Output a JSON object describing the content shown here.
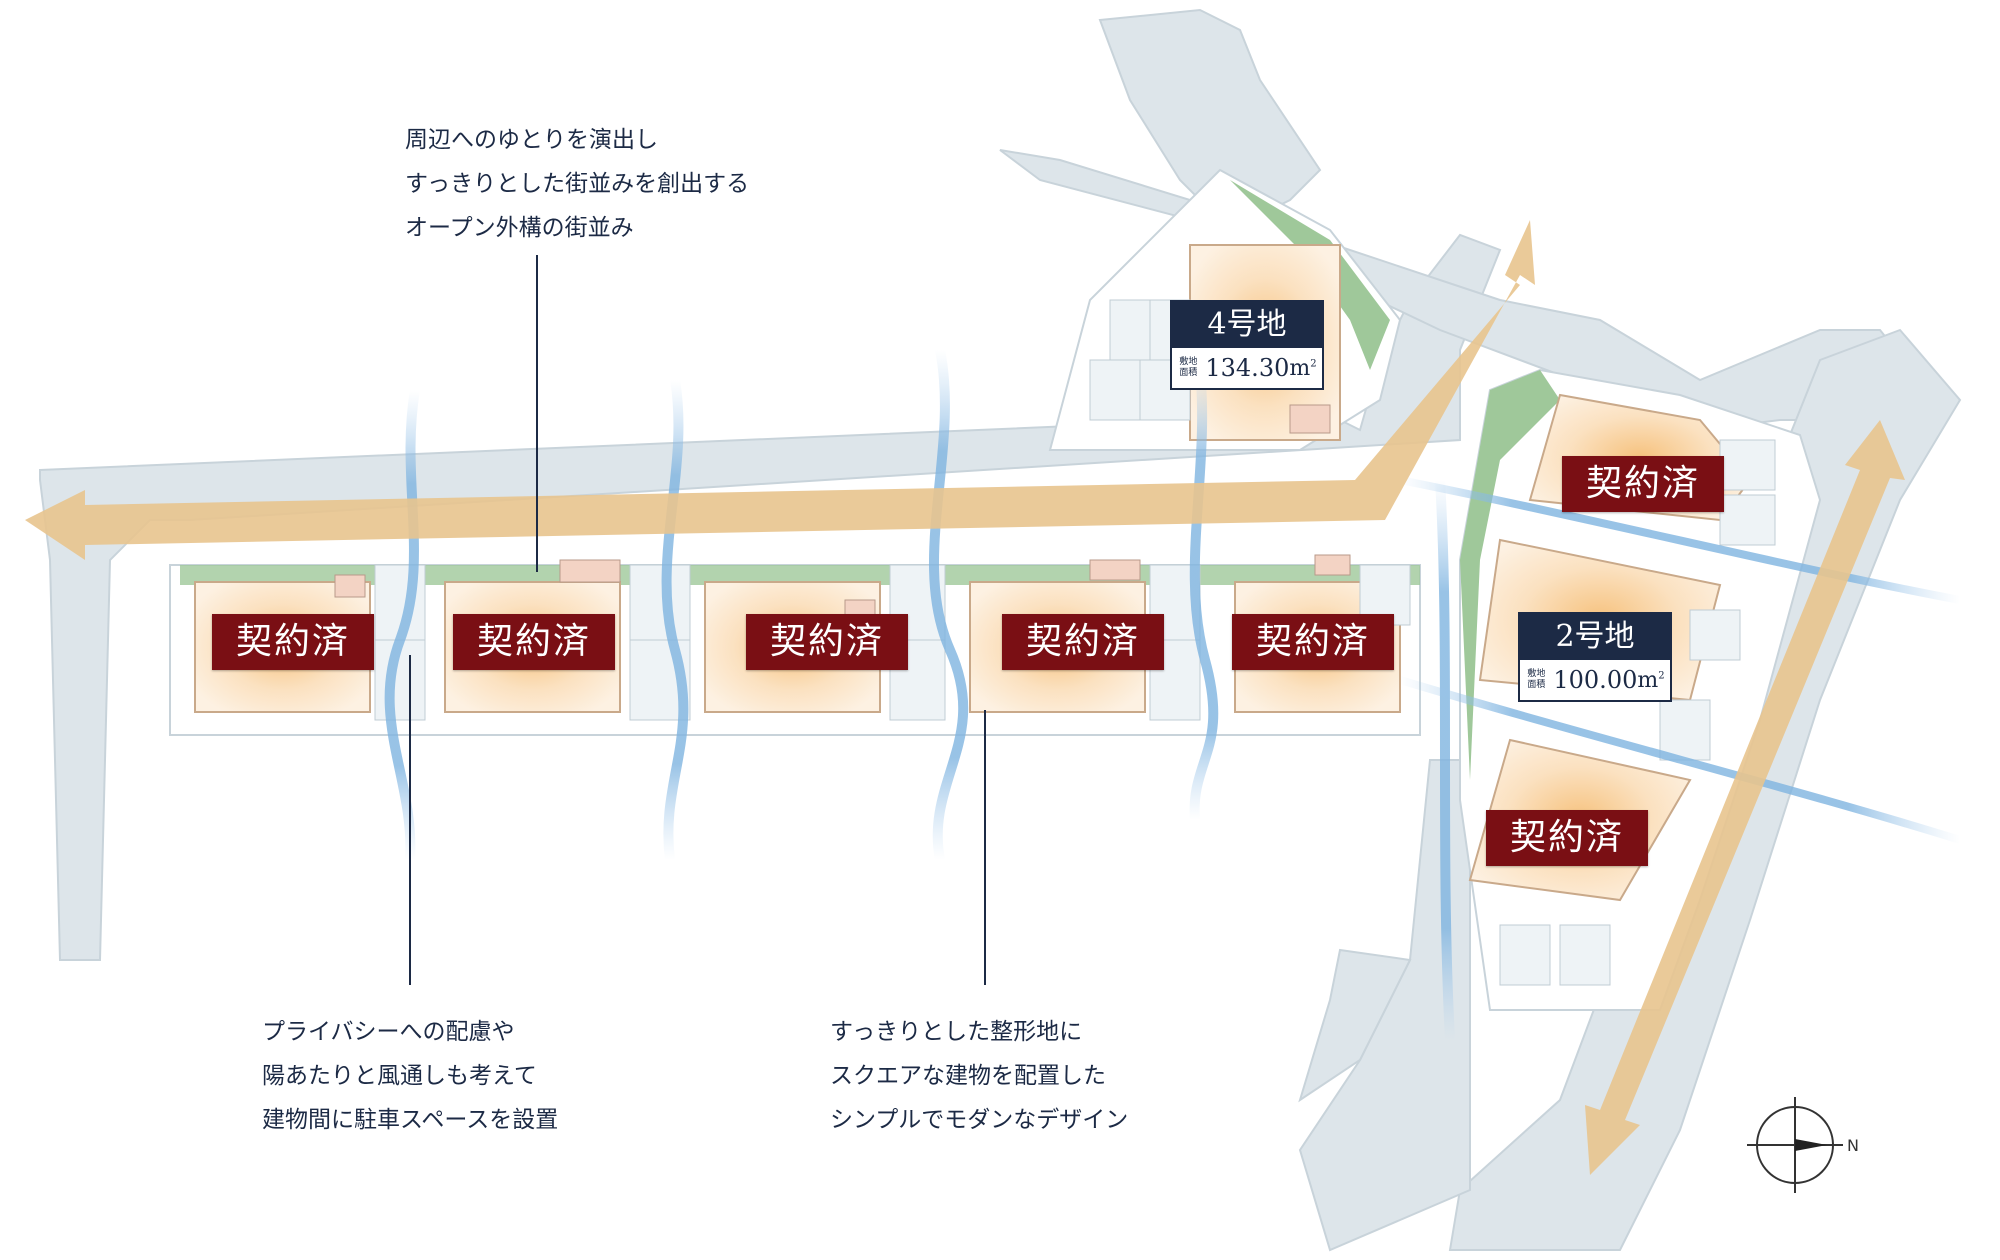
{
  "map": {
    "colors": {
      "road": "#dde5ea",
      "arrow": "#e8c48e",
      "lot": "#fbe7cf",
      "garden": "#9fc89a",
      "sold_badge": "#7a0f14",
      "lot_tag": "#1c2a45",
      "airflow": "#7fb4e0",
      "text": "#1c2a45"
    },
    "sold_label": "契約済",
    "sold_lots": [
      {
        "label": "契約済"
      },
      {
        "label": "契約済"
      },
      {
        "label": "契約済"
      },
      {
        "label": "契約済"
      },
      {
        "label": "契約済"
      },
      {
        "label": "契約済"
      },
      {
        "label": "契約済"
      }
    ],
    "available_lots": [
      {
        "name": "4号地",
        "area_label": "敷地面積",
        "area_value": "134.30",
        "area_unit": "m",
        "area_unit_sup": "2"
      },
      {
        "name": "2号地",
        "area_label": "敷地面積",
        "area_value": "100.00",
        "area_unit": "m",
        "area_unit_sup": "2"
      }
    ],
    "notes": [
      {
        "lines": [
          "周辺へのゆとりを演出し",
          "すっきりとした街並みを創出する",
          "オープン外構の街並み"
        ]
      },
      {
        "lines": [
          "プライバシーへの配慮や",
          "陽あたりと風通しも考えて",
          "建物間に駐車スペースを設置"
        ]
      },
      {
        "lines": [
          "すっきりとした整形地に",
          "スクエアな建物を配置した",
          "シンプルでモダンなデザイン"
        ]
      }
    ],
    "compass": {
      "icon": "compass-icon",
      "label": "N"
    }
  }
}
